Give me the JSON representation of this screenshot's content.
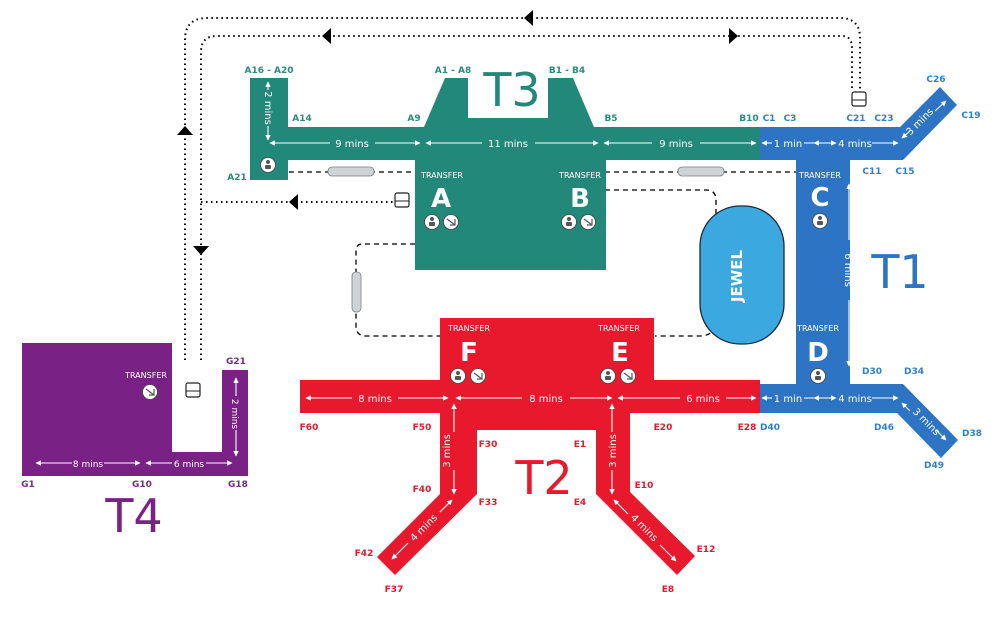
{
  "colors": {
    "t1": "#2d74c4",
    "t2": "#e8192c",
    "t3": "#22897a",
    "t4": "#7a2185",
    "jewel": "#3ca8e0",
    "route": "#000000"
  },
  "terminals": {
    "t1": "T1",
    "t2": "T2",
    "t3": "T3",
    "t4": "T4"
  },
  "piers": {
    "a": "A",
    "b": "B",
    "c": "C",
    "d": "D",
    "e": "E",
    "f": "F"
  },
  "transfer_label": "TRANSFER",
  "jewel_label": "JEWEL",
  "icons": [
    "passenger-icon",
    "transfer-icon",
    "shuttle-bus-icon",
    "skytrain-icon"
  ],
  "gates": {
    "a16_a20": "A16 - A20",
    "a1_a8": "A1 - A8",
    "b1_b4": "B1 - B4",
    "a14": "A14",
    "a9": "A9",
    "b5": "B5",
    "b10": "B10",
    "a21": "A21",
    "c1": "C1",
    "c3": "C3",
    "c21": "C21",
    "c23": "C23",
    "c26": "C26",
    "c19": "C19",
    "c11": "C11",
    "c15": "C15",
    "d30": "D30",
    "d34": "D34",
    "d40": "D40",
    "d46": "D46",
    "d38": "D38",
    "d49": "D49",
    "e1": "E1",
    "e4": "E4",
    "e10": "E10",
    "e12": "E12",
    "e8": "E8",
    "e20": "E20",
    "e28": "E28",
    "f30": "F30",
    "f33": "F33",
    "f40": "F40",
    "f42": "F42",
    "f37": "F37",
    "f50": "F50",
    "f60": "F60",
    "g21": "G21",
    "g1": "G1",
    "g10": "G10",
    "g18": "G18"
  },
  "durations": {
    "t3_a_9": "9 mins",
    "t3_ab_11": "11 mins",
    "t3_b_9": "9 mins",
    "t3_a_2": "2 mins",
    "t1_c_1": "1 min",
    "t1_c_4": "4 mins",
    "t1_c_3": "3 mins",
    "t1_cd_6": "6 mins",
    "t1_d_1": "1 min",
    "t1_d_4": "4 mins",
    "t1_d_3": "3 mins",
    "t2_f_8": "8 mins",
    "t2_fe_8": "8 mins",
    "t2_e_6": "6 mins",
    "t2_f_3": "3 mins",
    "t2_e_3": "3 mins",
    "t2_f_4": "4 mins",
    "t2_e_4": "4 mins",
    "t4_8": "8 mins",
    "t4_6": "6 mins",
    "t4_2": "2 mins"
  }
}
